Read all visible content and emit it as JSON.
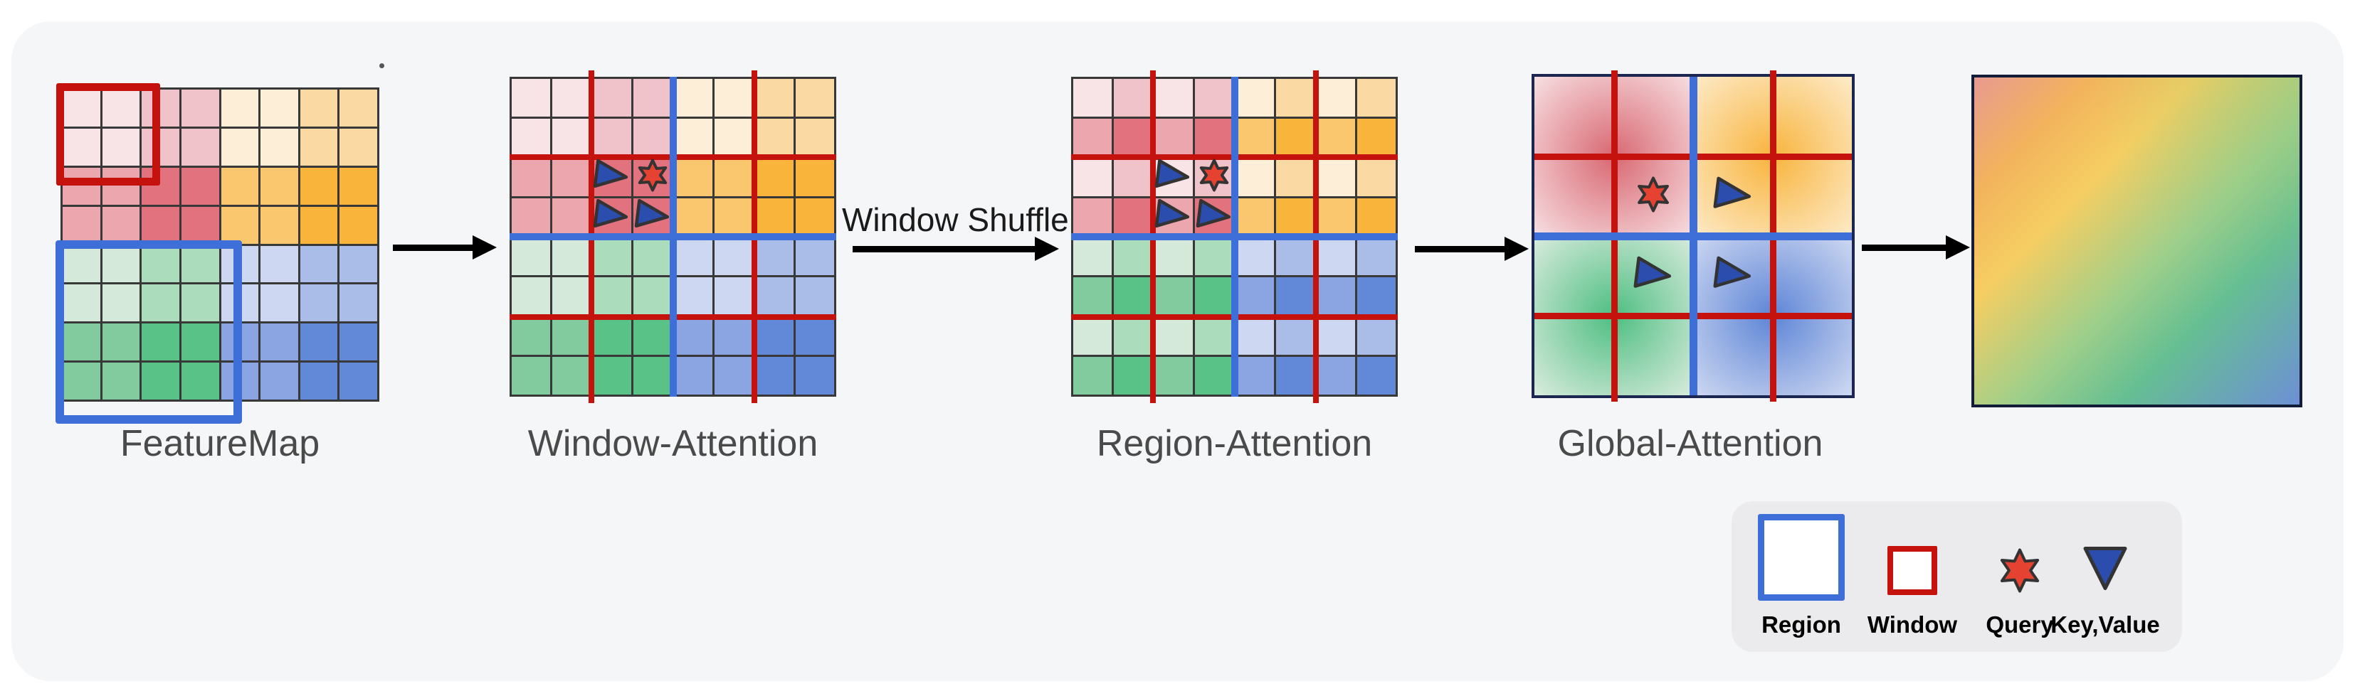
{
  "figure": {
    "stages": [
      {
        "label": "FeatureMap"
      },
      {
        "label": "Window-Attention"
      },
      {
        "label": "Region-Attention"
      },
      {
        "label": "Global-Attention"
      }
    ],
    "shuffle_label": "Window Shuffle"
  },
  "legend": {
    "items": [
      {
        "icon": "region-box-icon",
        "label": "Region"
      },
      {
        "icon": "window-box-icon",
        "label": "Window"
      },
      {
        "icon": "query-star-icon",
        "label": "Query"
      },
      {
        "icon": "key-value-triangle-icon",
        "label": "Key,Value"
      }
    ]
  },
  "colors": {
    "accent_red": "#c5120c",
    "accent_blue": "#3e6fd8",
    "grid_line": "#383838",
    "symbol_outline": "#333333",
    "query_star_fill": "#e64232",
    "key_value_triangle_fill": "#2b4dae",
    "quadrants": {
      "pink": {
        "A": "#f8e3e6",
        "B": "#f0c3ca",
        "C": "#eca6ad",
        "D": "#e2737e",
        "grad_in": "#d96872",
        "grad_out": "#f6dde0"
      },
      "orange": {
        "A": "#fdeed7",
        "B": "#fbd9a3",
        "C": "#fbc76e",
        "D": "#f9b43c",
        "grad_in": "#f8b43e",
        "grad_out": "#fdeac6"
      },
      "green": {
        "A": "#d4e9da",
        "B": "#abdcbc",
        "C": "#82cb9e",
        "D": "#58c287",
        "grad_in": "#4fbe82",
        "grad_out": "#d7ebdc"
      },
      "blue": {
        "A": "#cdd7f1",
        "B": "#aabde9",
        "C": "#8aa5e1",
        "D": "#6189d8",
        "grad_in": "#5d85d6",
        "grad_out": "#cdd7f1"
      }
    },
    "output_gradient": [
      "#e89a90",
      "#f2b35c",
      "#f6ce62",
      "#9ecf8b",
      "#66bf92",
      "#6d90d5"
    ]
  },
  "grids": {
    "block_pattern": [
      "AABB",
      "AABB",
      "CCDD",
      "CCDD"
    ],
    "shuffled_pattern": [
      "ABAB",
      "CDCD",
      "ABAB",
      "CDCD"
    ],
    "window_attention_symbols": {
      "query": [
        [
          2,
          3
        ]
      ],
      "key_value": [
        [
          2,
          2
        ],
        [
          3,
          2
        ],
        [
          3,
          3
        ]
      ]
    },
    "region_attention_symbols": {
      "query": [
        [
          2,
          3
        ]
      ],
      "key_value": [
        [
          2,
          2
        ],
        [
          3,
          2
        ],
        [
          3,
          3
        ]
      ]
    },
    "global_attention_symbols": {
      "query": [
        [
          1,
          1
        ]
      ],
      "key_value": [
        [
          1,
          2
        ],
        [
          2,
          1
        ],
        [
          2,
          2
        ]
      ]
    }
  }
}
